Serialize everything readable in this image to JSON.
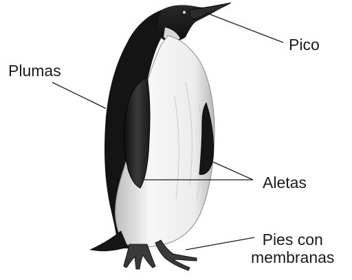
{
  "labels": {
    "beak": "Pico",
    "feathers": "Plumas",
    "flippers": "Aletas",
    "feet_line1": "Pies con",
    "feet_line2": "membranas"
  },
  "colors": {
    "ink": "#1a1a1a",
    "back": "#151515",
    "belly": "#f4f4f4",
    "shade": "#c9c9c9"
  }
}
